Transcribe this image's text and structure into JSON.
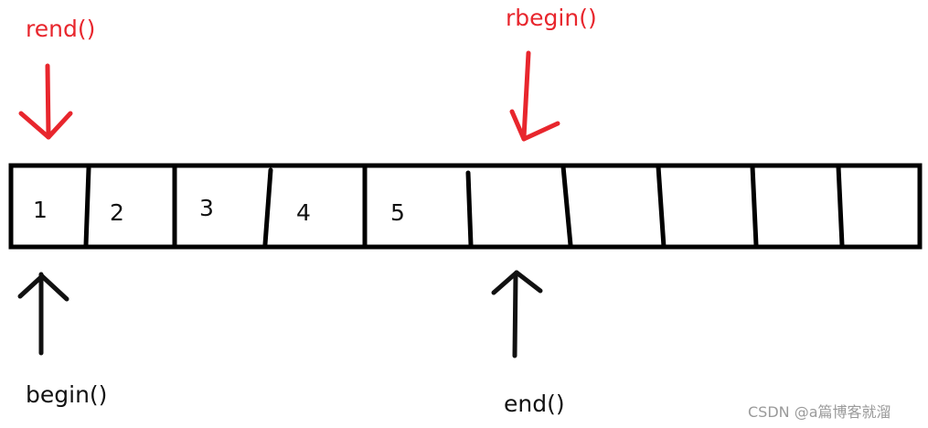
{
  "labels": {
    "rend": "rend()",
    "rbegin": "rbegin()",
    "begin": "begin()",
    "end": "end()"
  },
  "cells": [
    "1",
    "2",
    "3",
    "4",
    "5",
    "",
    "",
    "",
    "",
    ""
  ],
  "watermark": "CSDN @a篇博客就溜",
  "colors": {
    "reverse_iterator": "#e8262d",
    "forward_iterator": "#111111",
    "array_border": "#000000",
    "watermark": "#9a9a9a"
  }
}
